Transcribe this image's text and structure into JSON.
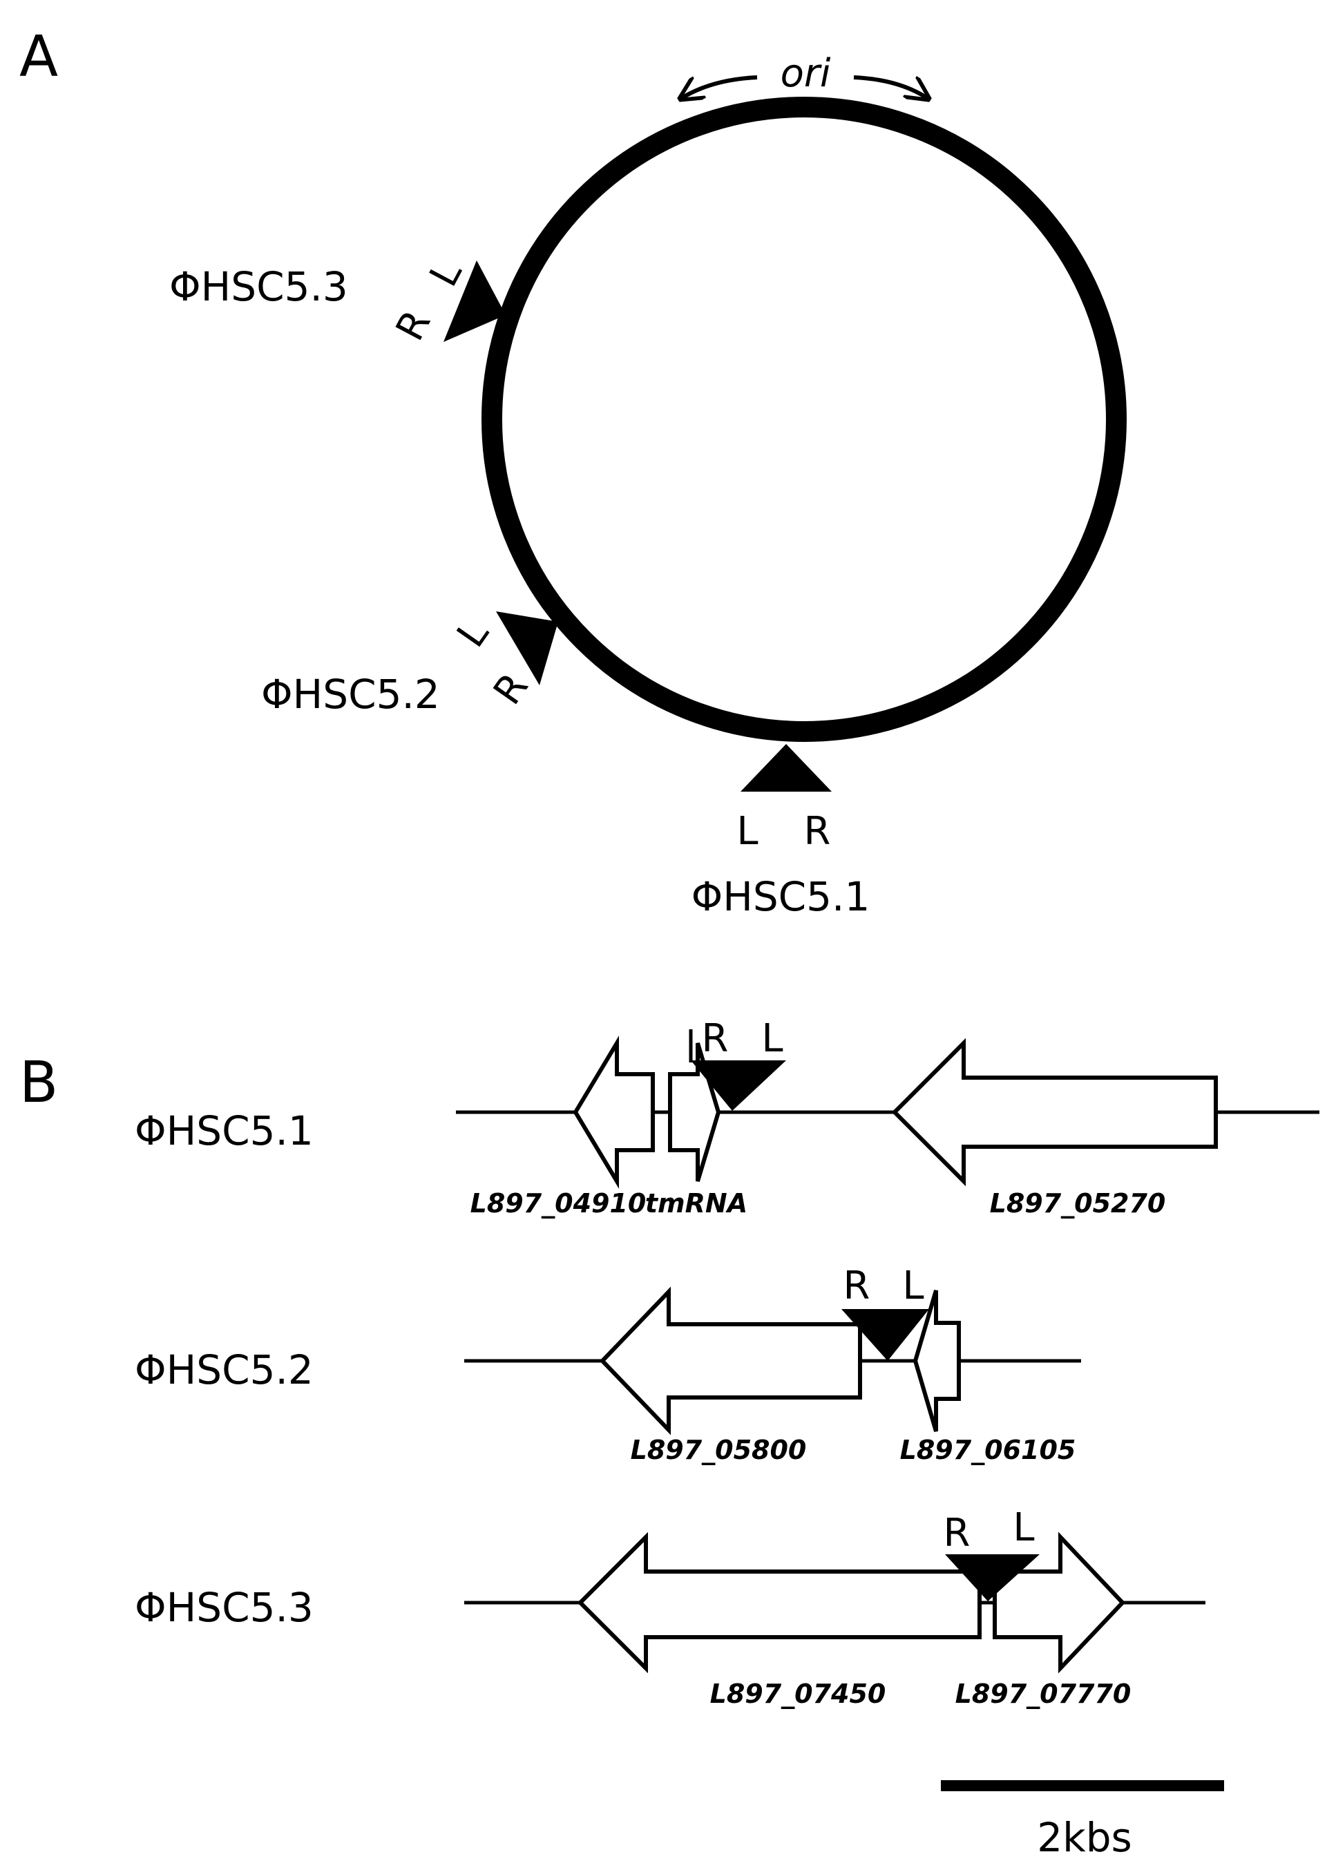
{
  "panel_a": {
    "label": "A",
    "ori_label": "ori",
    "insertions": [
      {
        "phage": "ΦHSC5.3",
        "left_site": "L",
        "right_site": "R"
      },
      {
        "phage": "ΦHSC5.2",
        "left_site": "L",
        "right_site": "R"
      },
      {
        "phage": "ΦHSC5.1",
        "left_site": "L",
        "right_site": "R"
      }
    ]
  },
  "panel_b": {
    "label": "B",
    "loci": [
      {
        "phage": "ΦHSC5.1",
        "sites": [
          "R",
          "L"
        ],
        "genes": [
          "L897_04910",
          "tmRNA",
          "L897_05270"
        ]
      },
      {
        "phage": "ΦHSC5.2",
        "sites": [
          "R",
          "L"
        ],
        "genes": [
          "L897_05800",
          "L897_06105"
        ]
      },
      {
        "phage": "ΦHSC5.3",
        "sites": [
          "R",
          "L"
        ],
        "genes": [
          "L897_07450",
          "L897_07770"
        ]
      }
    ],
    "scale_bar": "2kbs"
  },
  "colors": {
    "ink": "#000000",
    "background": "#ffffff"
  }
}
